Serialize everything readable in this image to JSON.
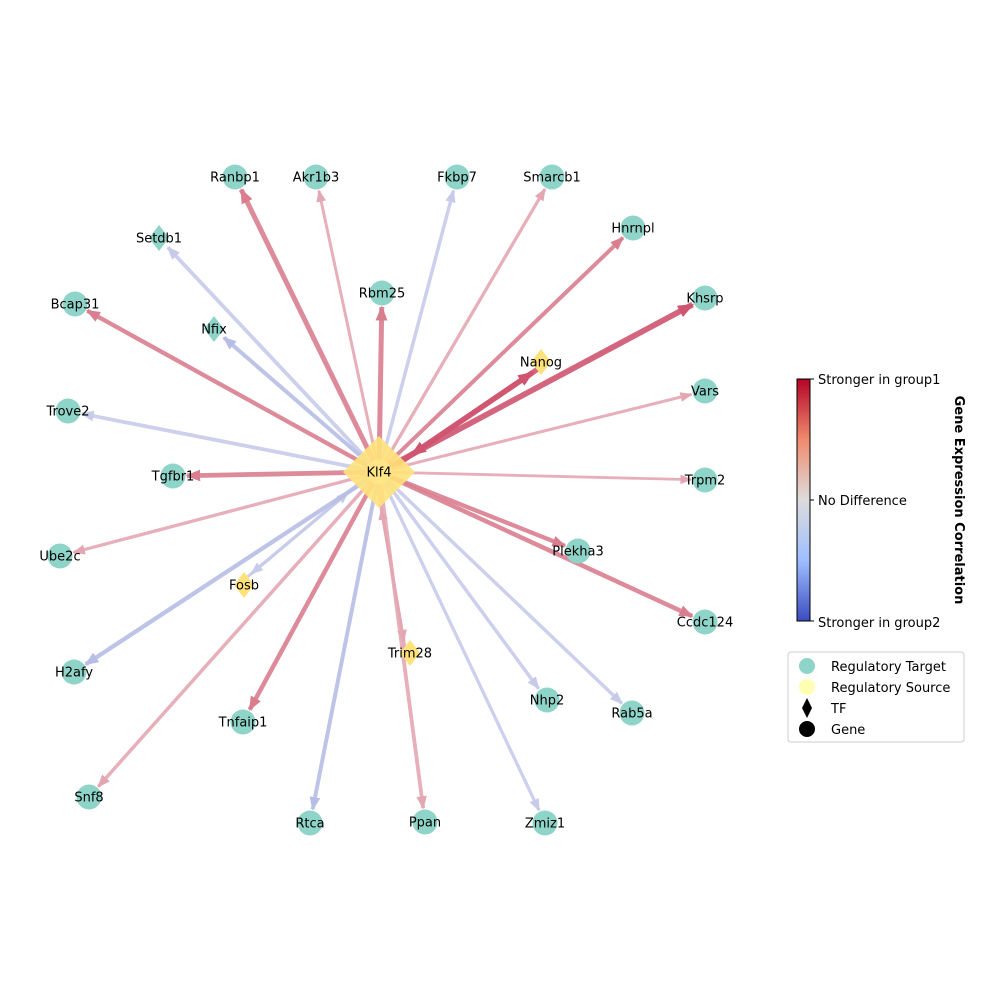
{
  "colors": {
    "target": "#8fd4c8",
    "source": "#ffe27a",
    "source_legend": "#ffffb3",
    "group1_edge": "#d97d8f",
    "group1_edge_strong": "#cf5470",
    "group1_edge_light": "#e3a6b3",
    "group2_edge": "#b7bde6",
    "group2_edge_light": "#c7cbea"
  },
  "network": {
    "center": "Klf4",
    "nodes": [
      {
        "id": "Klf4",
        "label": "Klf4",
        "role": "source",
        "shape": "diamond-large"
      },
      {
        "id": "Ranbp1",
        "label": "Ranbp1",
        "role": "target",
        "shape": "circle"
      },
      {
        "id": "Akr1b3",
        "label": "Akr1b3",
        "role": "target",
        "shape": "circle"
      },
      {
        "id": "Fkbp7",
        "label": "Fkbp7",
        "role": "target",
        "shape": "circle"
      },
      {
        "id": "Smarcb1",
        "label": "Smarcb1",
        "role": "target",
        "shape": "circle"
      },
      {
        "id": "Hnrnpl",
        "label": "Hnrnpl",
        "role": "target",
        "shape": "circle"
      },
      {
        "id": "Setdb1",
        "label": "Setdb1",
        "role": "target",
        "shape": "diamond"
      },
      {
        "id": "Khsrp",
        "label": "Khsrp",
        "role": "target",
        "shape": "circle"
      },
      {
        "id": "Rbm25",
        "label": "Rbm25",
        "role": "target",
        "shape": "circle"
      },
      {
        "id": "Bcap31",
        "label": "Bcap31",
        "role": "target",
        "shape": "circle"
      },
      {
        "id": "Nfix",
        "label": "Nfix",
        "role": "target",
        "shape": "diamond"
      },
      {
        "id": "Nanog",
        "label": "Nanog",
        "role": "source",
        "shape": "diamond"
      },
      {
        "id": "Vars",
        "label": "Vars",
        "role": "target",
        "shape": "circle"
      },
      {
        "id": "Trove2",
        "label": "Trove2",
        "role": "target",
        "shape": "circle"
      },
      {
        "id": "Tgfbr1",
        "label": "Tgfbr1",
        "role": "target",
        "shape": "circle"
      },
      {
        "id": "Trpm2",
        "label": "Trpm2",
        "role": "target",
        "shape": "circle"
      },
      {
        "id": "Ube2c",
        "label": "Ube2c",
        "role": "target",
        "shape": "circle"
      },
      {
        "id": "Plekha3",
        "label": "Plekha3",
        "role": "target",
        "shape": "circle"
      },
      {
        "id": "Fosb",
        "label": "Fosb",
        "role": "source",
        "shape": "diamond"
      },
      {
        "id": "Ccdc124",
        "label": "Ccdc124",
        "role": "target",
        "shape": "circle"
      },
      {
        "id": "Trim28",
        "label": "Trim28",
        "role": "source",
        "shape": "diamond"
      },
      {
        "id": "H2afy",
        "label": "H2afy",
        "role": "target",
        "shape": "circle"
      },
      {
        "id": "Nhp2",
        "label": "Nhp2",
        "role": "target",
        "shape": "circle"
      },
      {
        "id": "Rab5a",
        "label": "Rab5a",
        "role": "target",
        "shape": "circle"
      },
      {
        "id": "Tnfaip1",
        "label": "Tnfaip1",
        "role": "target",
        "shape": "circle"
      },
      {
        "id": "Snf8",
        "label": "Snf8",
        "role": "target",
        "shape": "circle"
      },
      {
        "id": "Rtca",
        "label": "Rtca",
        "role": "target",
        "shape": "circle"
      },
      {
        "id": "Ppan",
        "label": "Ppan",
        "role": "target",
        "shape": "circle"
      },
      {
        "id": "Zmiz1",
        "label": "Zmiz1",
        "role": "target",
        "shape": "circle"
      }
    ],
    "edges": [
      {
        "from": "Klf4",
        "to": "Ranbp1",
        "group": "group1",
        "strength": 0.7
      },
      {
        "from": "Klf4",
        "to": "Akr1b3",
        "group": "group1",
        "strength": 0.3
      },
      {
        "from": "Klf4",
        "to": "Fkbp7",
        "group": "group2",
        "strength": 0.4
      },
      {
        "from": "Klf4",
        "to": "Smarcb1",
        "group": "group1",
        "strength": 0.35
      },
      {
        "from": "Klf4",
        "to": "Hnrnpl",
        "group": "group1",
        "strength": 0.5
      },
      {
        "from": "Klf4",
        "to": "Setdb1",
        "group": "group2",
        "strength": 0.45
      },
      {
        "from": "Klf4",
        "to": "Khsrp",
        "group": "group1",
        "strength": 0.85
      },
      {
        "from": "Klf4",
        "to": "Rbm25",
        "group": "group1",
        "strength": 0.7
      },
      {
        "from": "Klf4",
        "to": "Bcap31",
        "group": "group1",
        "strength": 0.55
      },
      {
        "from": "Klf4",
        "to": "Nfix",
        "group": "group2",
        "strength": 0.5
      },
      {
        "from": "Klf4",
        "to": "Nanog",
        "group": "group1",
        "strength": 0.8
      },
      {
        "from": "Nanog",
        "to": "Klf4",
        "group": "group1",
        "strength": 0.75
      },
      {
        "from": "Klf4",
        "to": "Vars",
        "group": "group1",
        "strength": 0.3
      },
      {
        "from": "Klf4",
        "to": "Trove2",
        "group": "group2",
        "strength": 0.45
      },
      {
        "from": "Klf4",
        "to": "Tgfbr1",
        "group": "group1",
        "strength": 0.65
      },
      {
        "from": "Klf4",
        "to": "Trpm2",
        "group": "group1",
        "strength": 0.25
      },
      {
        "from": "Klf4",
        "to": "Ube2c",
        "group": "group1",
        "strength": 0.35
      },
      {
        "from": "Klf4",
        "to": "Plekha3",
        "group": "group1",
        "strength": 0.55
      },
      {
        "from": "Klf4",
        "to": "Fosb",
        "group": "group2",
        "strength": 0.35
      },
      {
        "from": "Fosb",
        "to": "Klf4",
        "group": "group2",
        "strength": 0.3
      },
      {
        "from": "Klf4",
        "to": "Ccdc124",
        "group": "group1",
        "strength": 0.6
      },
      {
        "from": "Klf4",
        "to": "Trim28",
        "group": "group1",
        "strength": 0.3
      },
      {
        "from": "Trim28",
        "to": "Klf4",
        "group": "group1",
        "strength": 0.25
      },
      {
        "from": "Klf4",
        "to": "H2afy",
        "group": "group2",
        "strength": 0.55
      },
      {
        "from": "Klf4",
        "to": "Nhp2",
        "group": "group2",
        "strength": 0.4
      },
      {
        "from": "Klf4",
        "to": "Rab5a",
        "group": "group2",
        "strength": 0.4
      },
      {
        "from": "Klf4",
        "to": "Tnfaip1",
        "group": "group1",
        "strength": 0.6
      },
      {
        "from": "Klf4",
        "to": "Snf8",
        "group": "group1",
        "strength": 0.4
      },
      {
        "from": "Klf4",
        "to": "Rtca",
        "group": "group2",
        "strength": 0.5
      },
      {
        "from": "Klf4",
        "to": "Ppan",
        "group": "group1",
        "strength": 0.45
      },
      {
        "from": "Klf4",
        "to": "Zmiz1",
        "group": "group2",
        "strength": 0.35
      }
    ]
  },
  "colorbar": {
    "title": "Gene Expression Correlation",
    "top_label": "Stronger in group1",
    "mid_label": "No Difference",
    "bottom_label": "Stronger in group2",
    "top_color": "#b40426",
    "mid_color": "#dddcdc",
    "bottom_color": "#3b4cc0"
  },
  "legend": {
    "items": [
      {
        "label": "Regulatory Target",
        "marker": "circle",
        "color": "#8fd4c8"
      },
      {
        "label": "Regulatory Source",
        "marker": "circle",
        "color": "#ffffb3"
      },
      {
        "label": "TF",
        "marker": "diamond",
        "color": "#000000"
      },
      {
        "label": "Gene",
        "marker": "circle",
        "color": "#000000"
      }
    ]
  }
}
